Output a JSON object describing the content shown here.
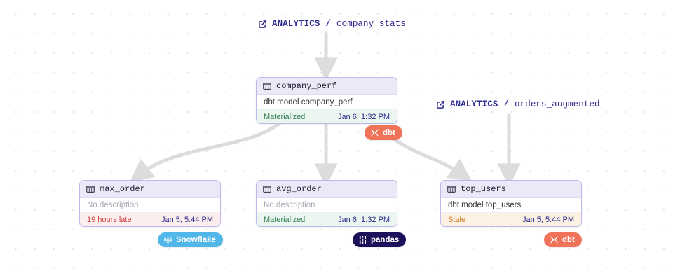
{
  "canvas": {
    "background": "#ffffff",
    "dot_color": "#e6e6e6"
  },
  "asset_labels": [
    {
      "id": "analytics-company-stats",
      "icon": "external-link-icon",
      "database": "ANALYTICS",
      "separator": "/",
      "table": "company_stats",
      "color": "#2f2c8f"
    },
    {
      "id": "analytics-orders-augmented",
      "icon": "external-link-icon",
      "database": "ANALYTICS",
      "separator": "/",
      "table": "orders_augmented",
      "color": "#2f2c8f"
    }
  ],
  "nodes": [
    {
      "id": "company_perf",
      "icon": "table-icon",
      "name": "company_perf",
      "description": "dbt model company_perf",
      "description_empty": false,
      "status": "Materialized",
      "status_kind": "ok",
      "status_color": "#2e7d4f",
      "timestamp": "Jan 6, 1:32 PM"
    },
    {
      "id": "max_order",
      "icon": "table-icon",
      "name": "max_order",
      "description": "No description",
      "description_empty": true,
      "status": "19 hours late",
      "status_kind": "late",
      "status_color": "#cf3c3c",
      "timestamp": "Jan 5, 5:44 PM"
    },
    {
      "id": "avg_order",
      "icon": "table-icon",
      "name": "avg_order",
      "description": "No description",
      "description_empty": true,
      "status": "Materialized",
      "status_kind": "ok",
      "status_color": "#2e7d4f",
      "timestamp": "Jan 6, 1:32 PM"
    },
    {
      "id": "top_users",
      "icon": "table-icon",
      "name": "top_users",
      "description": "dbt model top_users",
      "description_empty": false,
      "status": "Stale",
      "status_kind": "stale",
      "status_color": "#cf7a20",
      "timestamp": "Jan 5, 5:44 PM"
    }
  ],
  "badges": [
    {
      "id": "dbt-company-perf",
      "icon": "dbt-icon",
      "label": "dbt",
      "color": "#ef7358"
    },
    {
      "id": "snowflake-max-order",
      "icon": "snowflake-icon",
      "label": "Snowflake",
      "color": "#51b6e8"
    },
    {
      "id": "pandas-avg-order",
      "icon": "pandas-icon",
      "label": "pandas",
      "color": "#1d0f5a"
    },
    {
      "id": "dbt-top-users",
      "icon": "dbt-icon",
      "label": "dbt",
      "color": "#ef7358"
    }
  ],
  "edges": {
    "color": "#dcdcdc",
    "count": 5
  }
}
